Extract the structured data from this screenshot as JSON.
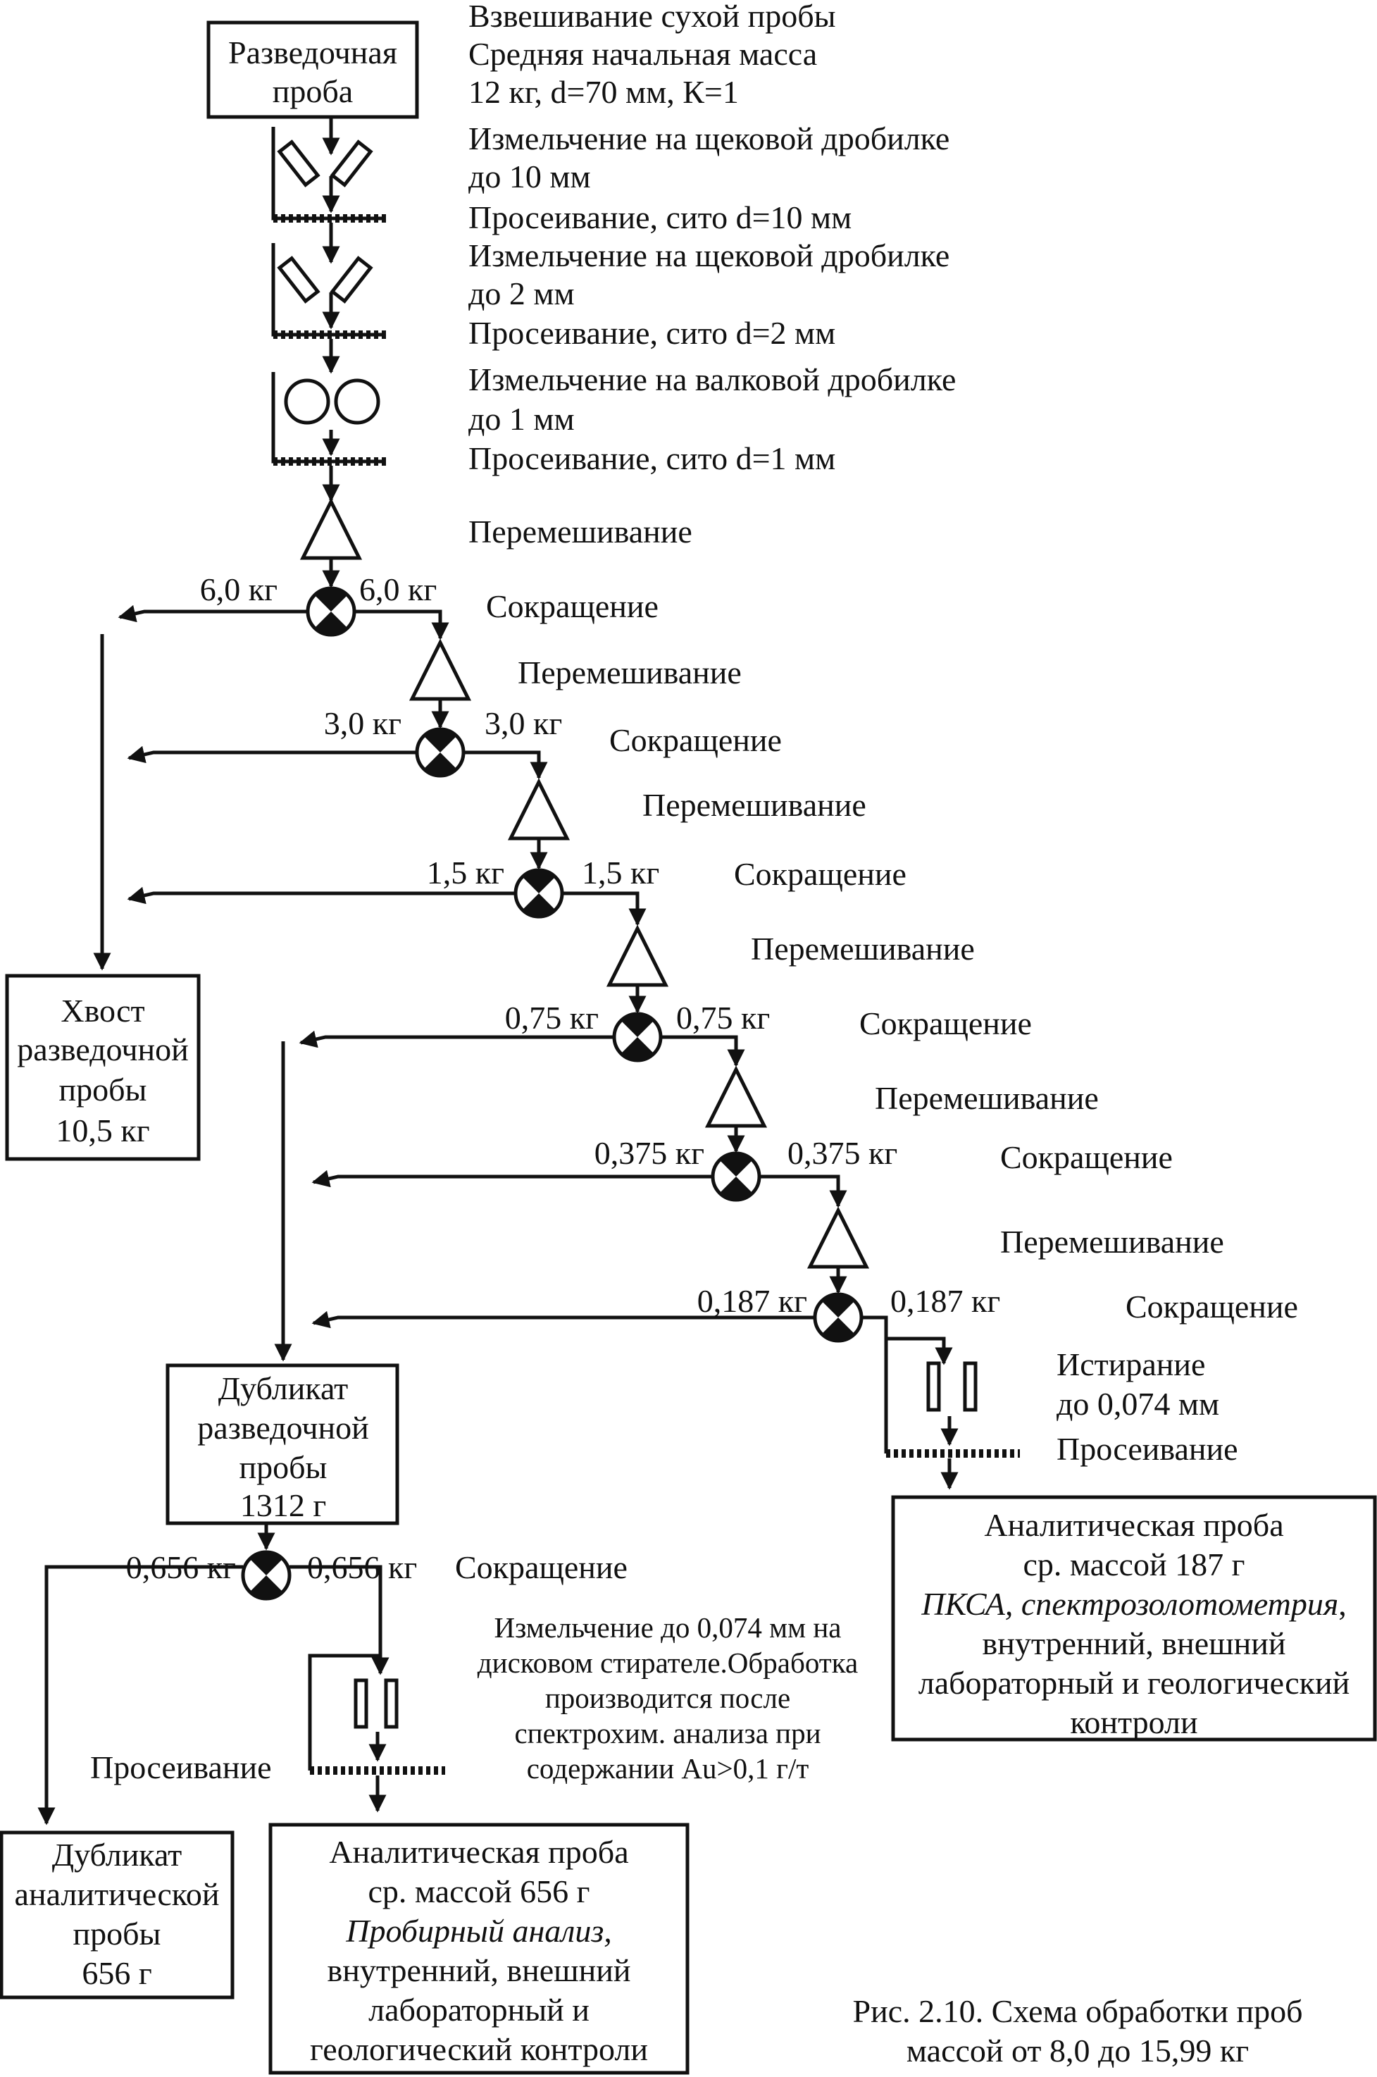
{
  "diagram": {
    "start_box": [
      "Разведочная",
      "проба"
    ],
    "steps_top": [
      "Взвешивание сухой пробы",
      "Средняя начальная масса",
      "12 кг, d=70 мм, К=1",
      "Измельчение на щековой дробилке",
      "до 10 мм",
      "Просеивание, сито d=10 мм",
      "Измельчение на щековой дробилке",
      "до 2 мм",
      "Просеивание, сито d=2 мм",
      "Измельчение на валковой дробилке",
      "до 1 мм",
      "Просеивание, сито d=1 мм"
    ],
    "stages": [
      {
        "mix": "Перемешивание",
        "split": "Сокращение",
        "left": "6,0 кг",
        "right": "6,0 кг"
      },
      {
        "mix": "Перемешивание",
        "split": "Сокращение",
        "left": "3,0 кг",
        "right": "3,0 кг"
      },
      {
        "mix": "Перемешивание",
        "split": "Сокращение",
        "left": "1,5 кг",
        "right": "1,5 кг"
      },
      {
        "mix": "Перемешивание",
        "split": "Сокращение",
        "left": "0,75 кг",
        "right": "0,75 кг"
      },
      {
        "mix": "Перемешивание",
        "split": "Сокращение",
        "left": "0,375 кг",
        "right": "0,375 кг"
      },
      {
        "mix": "Перемешивание",
        "split": "Сокращение",
        "left": "0,187 кг",
        "right": "0,187 кг"
      }
    ],
    "tail_box": [
      "Хвост",
      "разведочной",
      "пробы",
      "10,5 кг"
    ],
    "duplicate_box": [
      "Дубликат",
      "разведочной",
      "пробы",
      "1312 г"
    ],
    "grinding_right": [
      "Истирание",
      "до 0,074 мм",
      "Просеивание"
    ],
    "analytical_right": {
      "lines": [
        "Аналитическая проба",
        "ср. массой 187 г"
      ],
      "italic": "ПКСА, спектрозолотометрия",
      "italic_suffix": ",",
      "rest": [
        "внутренний, внешний",
        "лабораторный и геологический",
        "контроли"
      ]
    },
    "bottom_split": {
      "left": "0,656 кг",
      "right": "0,656 кг",
      "label": "Сокращение"
    },
    "disk_note": [
      "Измельчение до 0,074 мм на",
      "дисковом стирателе.Обработка",
      "производится после",
      "спектрохим. анализа при",
      "содержании Au>0,1 г/т"
    ],
    "sieve_bottom": "Просеивание",
    "duplicate_analytical_box": [
      "Дубликат",
      "аналитической",
      "пробы",
      "656 г"
    ],
    "analytical_bottom": {
      "lines": [
        "Аналитическая проба",
        "ср. массой 656 г"
      ],
      "italic": "Пробирный анализ,",
      "rest": [
        "внутренний, внешний",
        "лабораторный и",
        "геологический контроли"
      ]
    },
    "caption": [
      "Рис. 2.10. Схема обработки проб",
      "массой от 8,0 до 15,99 кг"
    ]
  }
}
